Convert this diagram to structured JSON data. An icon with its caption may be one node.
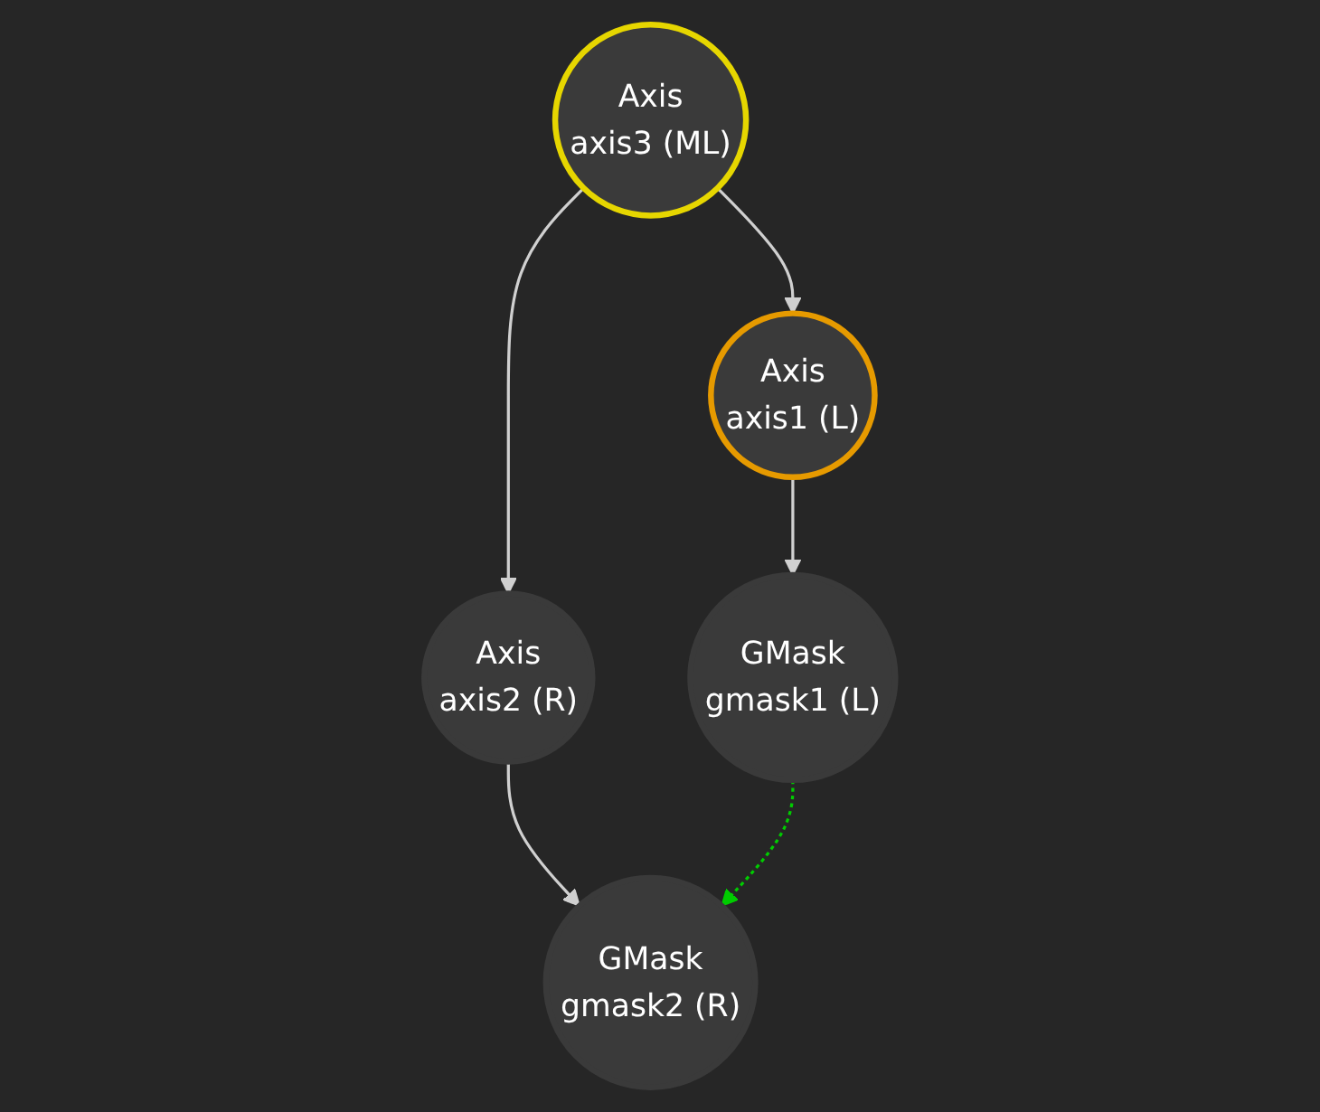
{
  "diagram": {
    "nodes": [
      {
        "text": [
          "Axis",
          "axis3  (ML)"
        ]
      },
      {
        "text": [
          "Axis",
          "axis1  (L)"
        ]
      },
      {
        "text": [
          "Axis",
          "axis2  (R)"
        ]
      },
      {
        "text": [
          "GMask",
          "gmask1 (L)"
        ]
      },
      {
        "text": [
          "GMask",
          "gmask2 (R)"
        ]
      }
    ],
    "edges": [
      {
        "from": 0,
        "to": 1,
        "arrow": "to"
      },
      {
        "from": 0,
        "to": 2,
        "arrow": "to"
      },
      {
        "from": 1,
        "to": 3,
        "arrow": "to"
      },
      {
        "from": 2,
        "to": 4,
        "arrow": "to"
      },
      {
        "from": 3,
        "to": 4,
        "arrow": "to",
        "style": "dashed",
        "color": "#00cc00"
      }
    ]
  }
}
